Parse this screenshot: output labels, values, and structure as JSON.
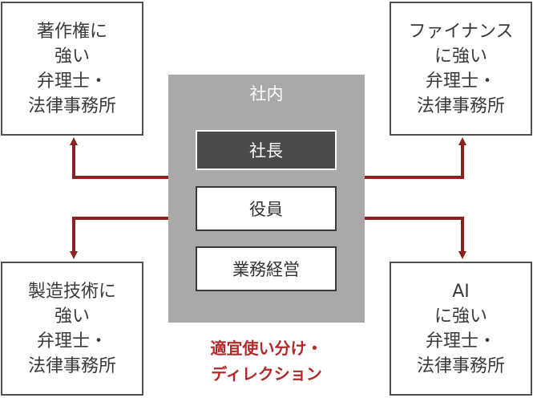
{
  "boxes": {
    "top_left": [
      "著作権に",
      "強い",
      "弁理士・",
      "法律事務所"
    ],
    "top_right": [
      "ファイナンス",
      "に強い",
      "弁理士・",
      "法律事務所"
    ],
    "bottom_left": [
      "製造技術に",
      "強い",
      "弁理士・",
      "法律事務所"
    ],
    "bottom_right": [
      "AI",
      "に強い",
      "弁理士・",
      "法律事務所"
    ]
  },
  "company": {
    "title": "社内",
    "items": [
      "社長",
      "役員",
      "業務経営"
    ]
  },
  "note": [
    "適宜使い分け・",
    "ディレクション"
  ],
  "colors": {
    "arrow": "#8b2222",
    "note": "#b02a2a",
    "company_bg": "#a9a9a9",
    "president_bg": "#4a4a4a"
  }
}
